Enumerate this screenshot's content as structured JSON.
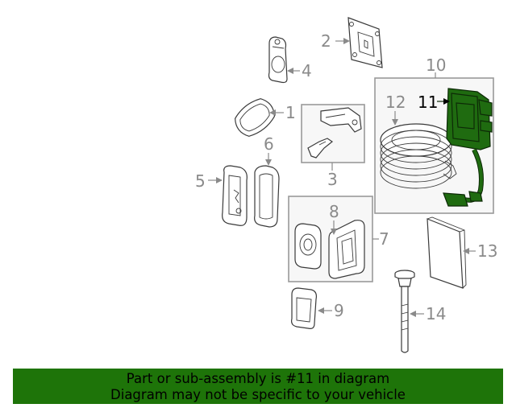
{
  "callouts": {
    "c1": "1",
    "c2": "2",
    "c3": "3",
    "c4": "4",
    "c5": "5",
    "c6": "6",
    "c7": "7",
    "c8": "8",
    "c9": "9",
    "c10": "10",
    "c11": "11",
    "c12": "12",
    "c13": "13",
    "c14": "14"
  },
  "highlight_part": "11",
  "colors": {
    "highlight": "#1f6b10",
    "banner": "#1e7409",
    "callout_gray": "#8a8a8a"
  },
  "banner": {
    "line1": "Part or sub-assembly is #11 in diagram",
    "line2": "Diagram may not be specific to your vehicle"
  }
}
